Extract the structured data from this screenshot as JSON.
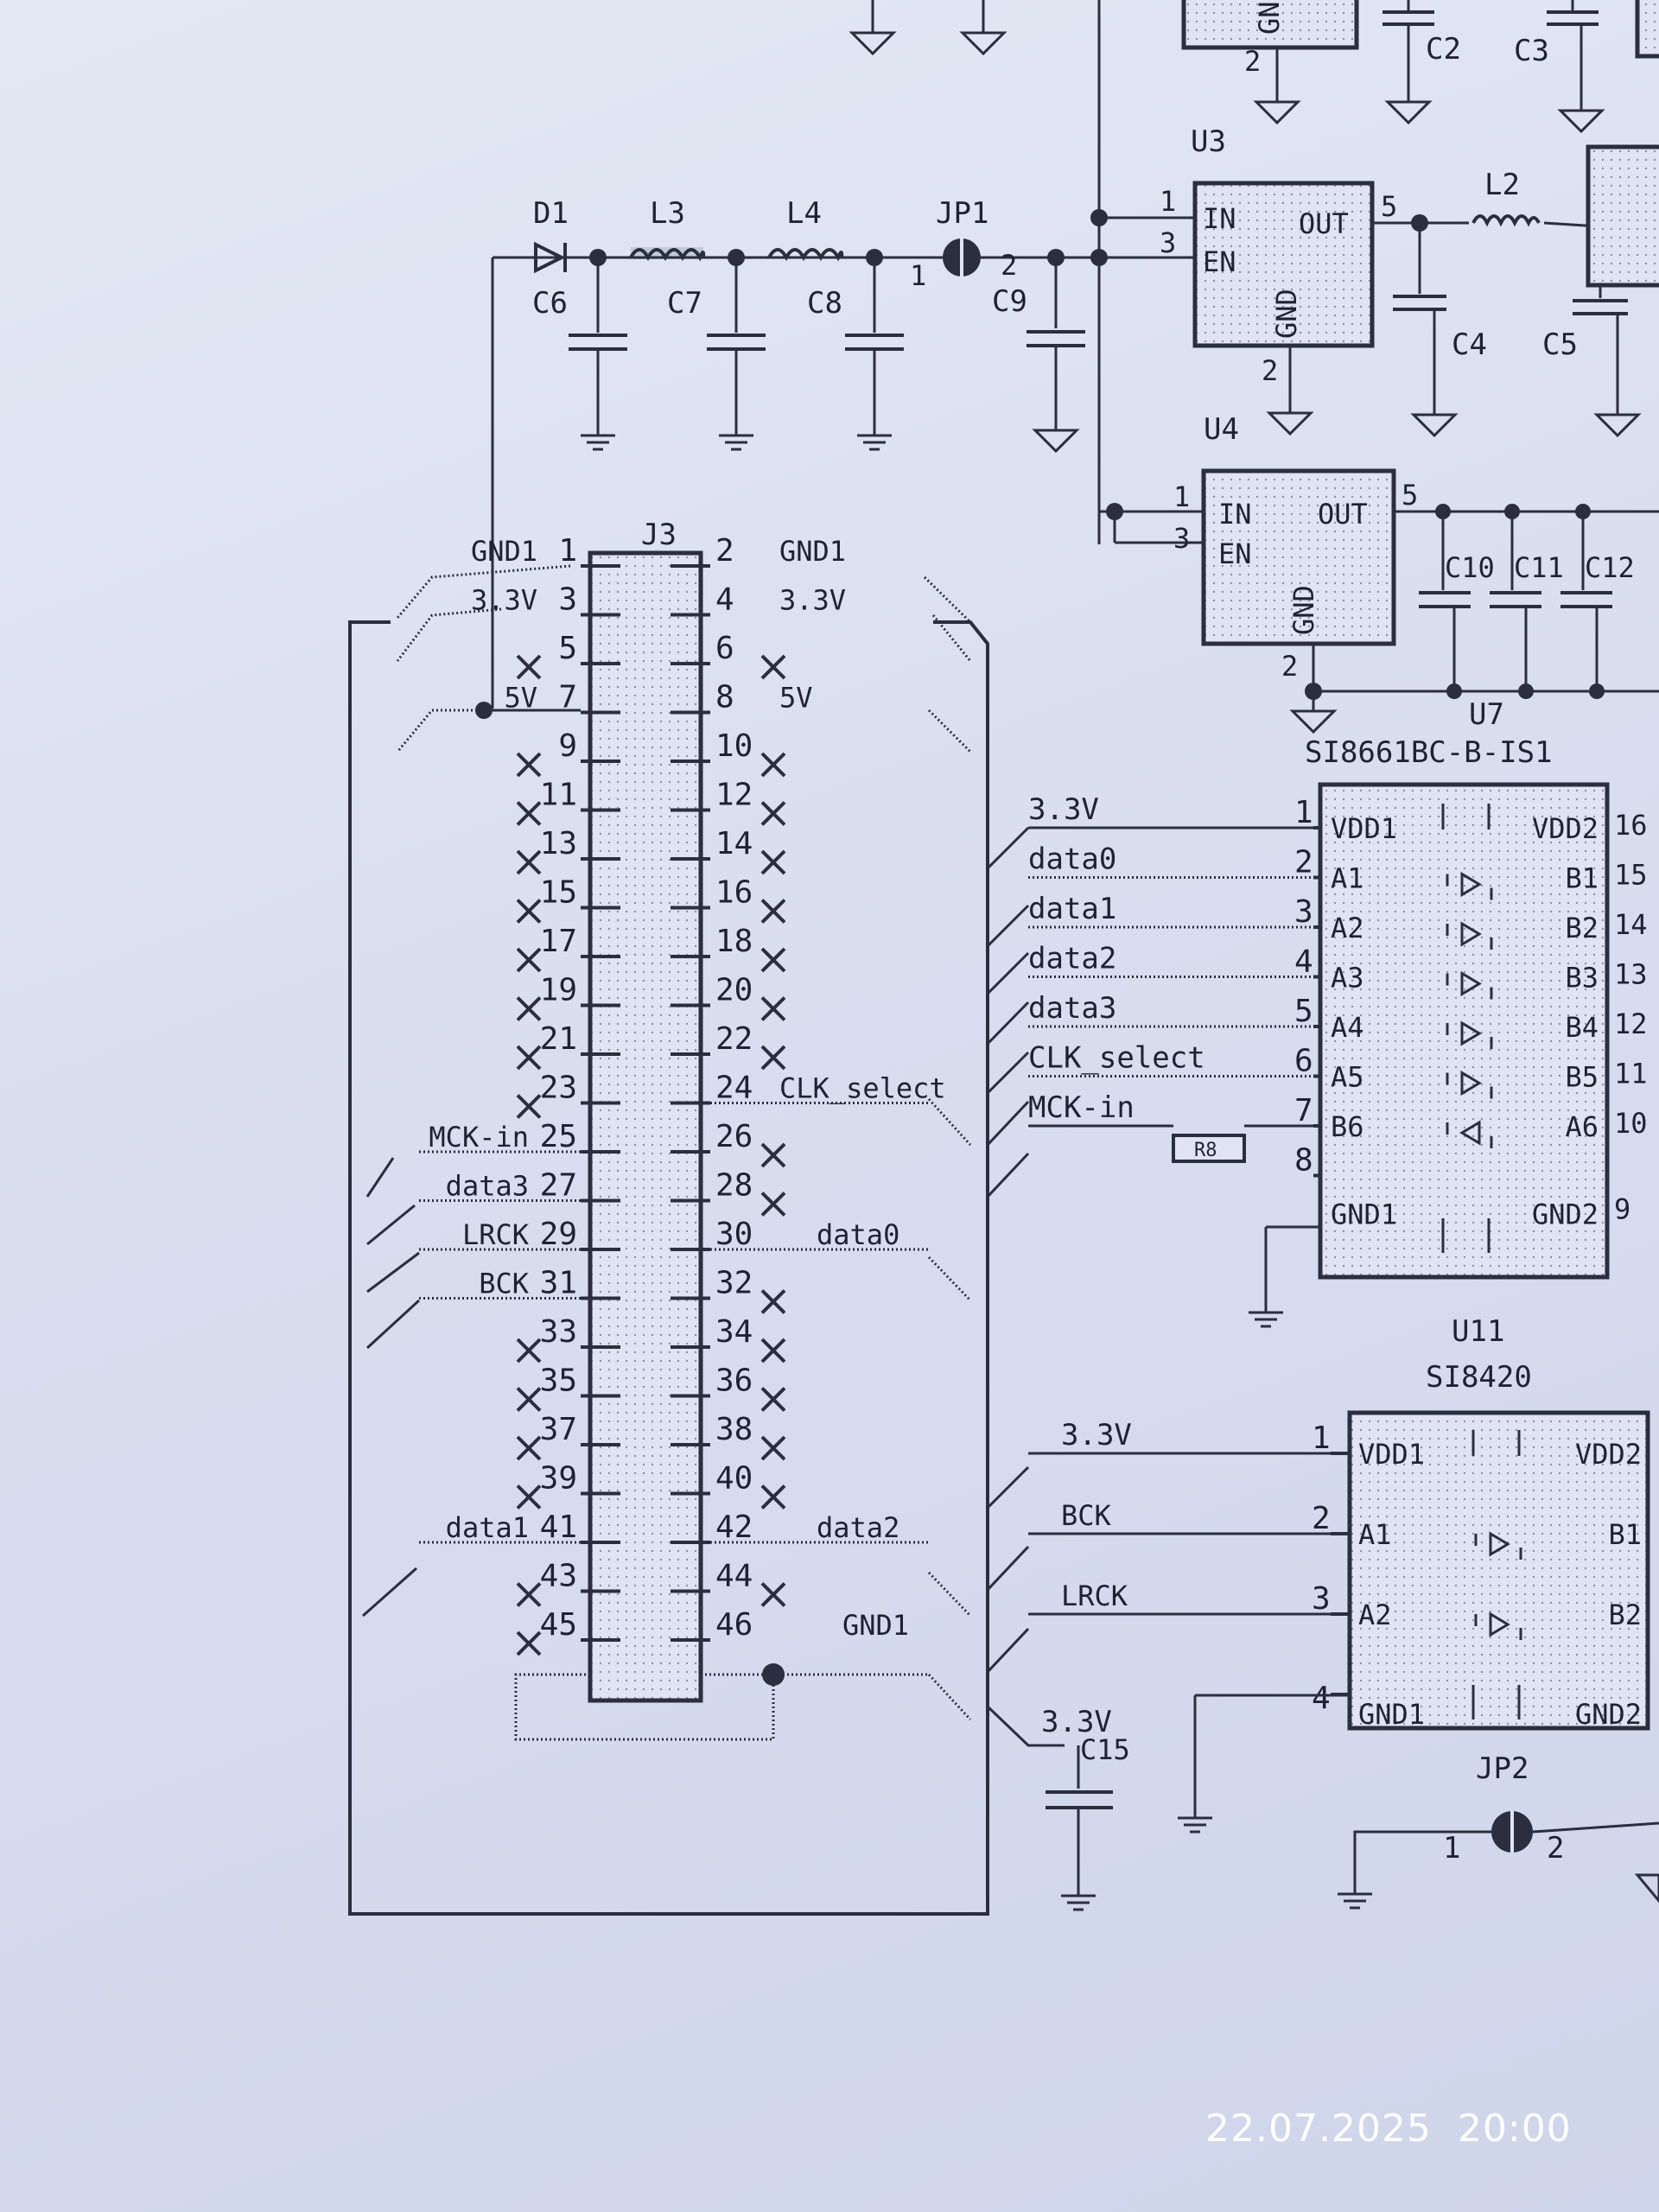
{
  "components": {
    "D1": "D1",
    "L3": "L3",
    "L4": "L4",
    "L2": "L2",
    "JP1": "JP1",
    "JP2": "JP2",
    "C2": "C2",
    "C3": "C3",
    "C4": "C4",
    "C5": "C5",
    "C6": "C6",
    "C7": "C7",
    "C8": "C8",
    "C9": "C9",
    "C10": "C10",
    "C11": "C11",
    "C12": "C12",
    "C15": "C15",
    "U3": "U3",
    "U4": "U4",
    "U7": "U7",
    "U7_part": "SI8661BC-B-IS1",
    "U11": "U11",
    "U11_part": "SI8420",
    "J3": "J3",
    "R8": "R8"
  },
  "regulator_pins": {
    "in": "IN",
    "en": "EN",
    "out": "OUT",
    "gnd": "GND",
    "gnd_top": "GND"
  },
  "header_left": [
    {
      "pin": "1",
      "net": "GND1"
    },
    {
      "pin": "3",
      "net": "3.3V"
    },
    {
      "pin": "5",
      "net": ""
    },
    {
      "pin": "7",
      "net": "5V"
    },
    {
      "pin": "9",
      "net": ""
    },
    {
      "pin": "11",
      "net": ""
    },
    {
      "pin": "13",
      "net": ""
    },
    {
      "pin": "15",
      "net": ""
    },
    {
      "pin": "17",
      "net": ""
    },
    {
      "pin": "19",
      "net": ""
    },
    {
      "pin": "21",
      "net": ""
    },
    {
      "pin": "23",
      "net": ""
    },
    {
      "pin": "25",
      "net": "MCK-in"
    },
    {
      "pin": "27",
      "net": "data3"
    },
    {
      "pin": "29",
      "net": "LRCK"
    },
    {
      "pin": "31",
      "net": "BCK"
    },
    {
      "pin": "33",
      "net": ""
    },
    {
      "pin": "35",
      "net": ""
    },
    {
      "pin": "37",
      "net": ""
    },
    {
      "pin": "39",
      "net": ""
    },
    {
      "pin": "41",
      "net": "data1"
    },
    {
      "pin": "43",
      "net": ""
    },
    {
      "pin": "45",
      "net": ""
    }
  ],
  "header_right": [
    {
      "pin": "2",
      "net": "GND1"
    },
    {
      "pin": "4",
      "net": "3.3V"
    },
    {
      "pin": "6",
      "net": ""
    },
    {
      "pin": "8",
      "net": "5V"
    },
    {
      "pin": "10",
      "net": ""
    },
    {
      "pin": "12",
      "net": ""
    },
    {
      "pin": "14",
      "net": ""
    },
    {
      "pin": "16",
      "net": ""
    },
    {
      "pin": "18",
      "net": ""
    },
    {
      "pin": "20",
      "net": ""
    },
    {
      "pin": "22",
      "net": ""
    },
    {
      "pin": "24",
      "net": "CLK_select"
    },
    {
      "pin": "26",
      "net": ""
    },
    {
      "pin": "28",
      "net": ""
    },
    {
      "pin": "30",
      "net": "data0"
    },
    {
      "pin": "32",
      "net": ""
    },
    {
      "pin": "34",
      "net": ""
    },
    {
      "pin": "36",
      "net": ""
    },
    {
      "pin": "38",
      "net": ""
    },
    {
      "pin": "40",
      "net": ""
    },
    {
      "pin": "42",
      "net": "data2"
    },
    {
      "pin": "44",
      "net": ""
    },
    {
      "pin": "46",
      "net": "GND1"
    }
  ],
  "u7_nets": [
    "3.3V",
    "data0",
    "data1",
    "data2",
    "data3",
    "CLK_select",
    "MCK-in"
  ],
  "u7_pins": [
    {
      "num": "1",
      "a": "VDD1",
      "b": "VDD2",
      "rnum": "16"
    },
    {
      "num": "2",
      "a": "A1",
      "b": "B1",
      "rnum": "15"
    },
    {
      "num": "3",
      "a": "A2",
      "b": "B2",
      "rnum": "14"
    },
    {
      "num": "4",
      "a": "A3",
      "b": "B3",
      "rnum": "13"
    },
    {
      "num": "5",
      "a": "A4",
      "b": "B4",
      "rnum": "12"
    },
    {
      "num": "6",
      "a": "A5",
      "b": "B5",
      "rnum": "11"
    },
    {
      "num": "7",
      "a": "B6",
      "b": "A6",
      "rnum": "10"
    },
    {
      "num": "8",
      "a": "GND1",
      "b": "GND2",
      "rnum": "9"
    }
  ],
  "u11_nets": [
    "3.3V",
    "BCK",
    "LRCK"
  ],
  "u11_pins": [
    {
      "num": "1",
      "a": "VDD1",
      "b": "VDD2"
    },
    {
      "num": "2",
      "a": "A1",
      "b": "B1"
    },
    {
      "num": "3",
      "a": "A2",
      "b": "B2"
    },
    {
      "num": "4",
      "a": "GND1",
      "b": "GND2"
    }
  ],
  "c15_net": "3.3V",
  "misc_pins": {
    "one": "1",
    "two": "2",
    "three": "3",
    "five": "5"
  },
  "timestamp": "22.07.2025  20:00"
}
